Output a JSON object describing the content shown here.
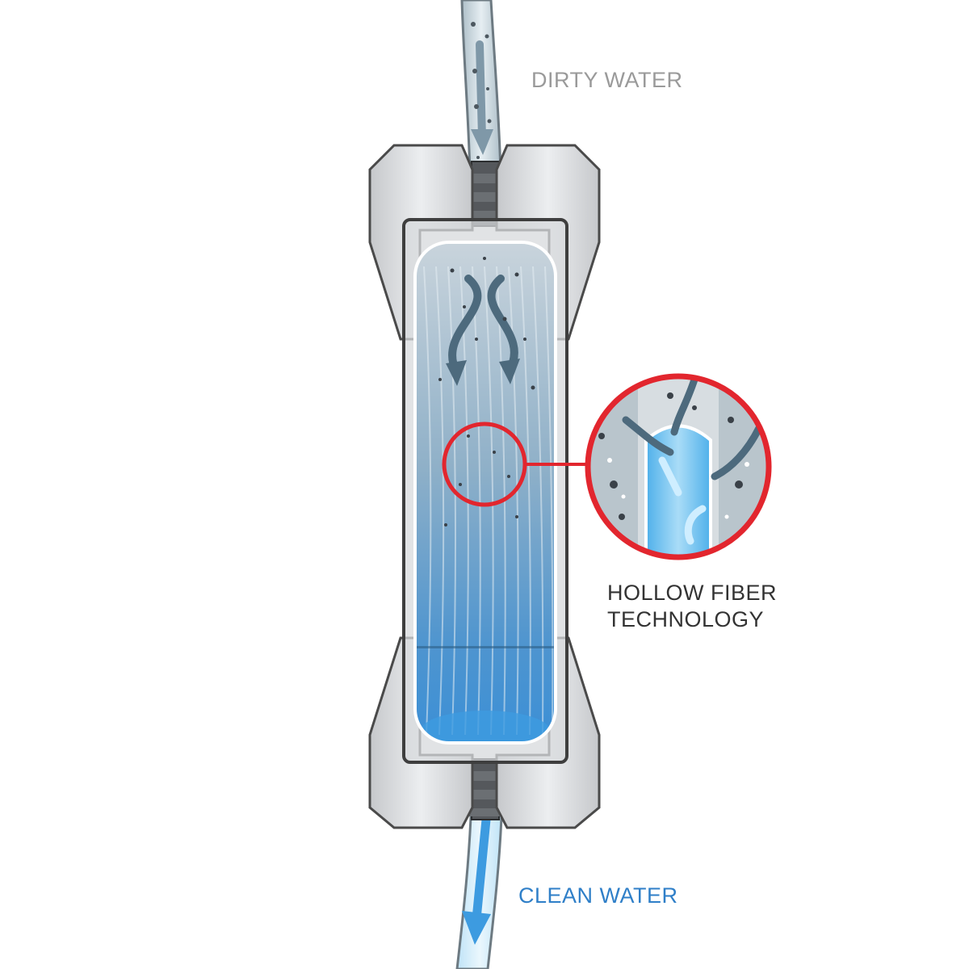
{
  "labels": {
    "dirty_water": "DIRTY WATER",
    "clean_water": "CLEAN WATER",
    "hollow_fiber_line1": "HOLLOW FIBER",
    "hollow_fiber_line2": "TECHNOLOGY"
  },
  "colors": {
    "dirty_label": "#9a9a9a",
    "clean_label": "#2f7fc8",
    "hollow_label": "#333333",
    "callout_ring": "#e2262e",
    "housing_gray": "#d4d6d9",
    "housing_outline": "#4a4a4a",
    "filter_blue": "#6fa4cf",
    "clean_blue": "#3d9be0"
  },
  "icons": {
    "inflow_arrow": "arrow-down-icon",
    "outflow_arrow": "arrow-down-icon",
    "callout": "magnifier-circle-icon"
  }
}
